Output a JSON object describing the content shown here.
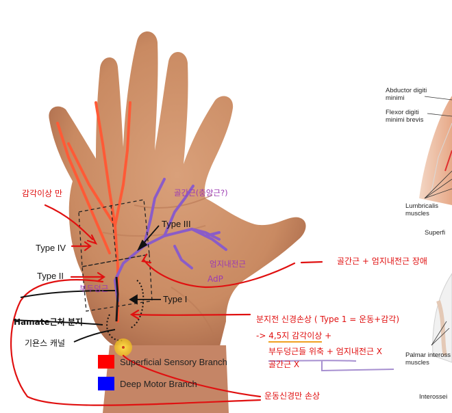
{
  "labels": {
    "type_iv": "Type IV",
    "type_ii": "Type II",
    "type_iii": "Type III",
    "type_i": "Type I"
  },
  "legend": [
    {
      "label": "Superficial Sensory Branch",
      "color": "#ff0000"
    },
    {
      "label": "Deep Motor Branch",
      "color": "#0000ff"
    }
  ],
  "annotations": {
    "sensory_only": "감각이상 만",
    "interossei_q": "골간근(충양근?)",
    "adductor_pollicis_kr": "엄지내전근",
    "adp": "AdP",
    "hypothenar": "부두덩근",
    "interossei_adductor_disorder": "골간근 + 엄지내전근 장애",
    "hamate_branch": "Hamate근처 분지",
    "guyon_canal": "기욘스 캐널",
    "pre_branch_injury": "분지전 신경손상 ( Type 1 = 운동+감각)",
    "sensory_45": "-> 4,5지 감각이상 +",
    "hypothenar_atrophy": "부두덩근들 위축 + 엄지내전근 X",
    "interossei_x": "골간근 X",
    "motor_only_injury": "운동신경만 손상"
  },
  "anatomy_right": {
    "abductor": "Abductor digiti minimi",
    "flexor": "Flexor digiti minimi brevis",
    "lumbricalis": "Lumbricalis muscles",
    "superficial": "Superfi",
    "palmar": "Palmar inteross muscles",
    "interossei": "Interossei"
  },
  "colors": {
    "skin": "#c98a62",
    "sensory_red": "#ff5533",
    "motor_purple": "#8a5cc8",
    "annotation_red": "#e01010"
  }
}
